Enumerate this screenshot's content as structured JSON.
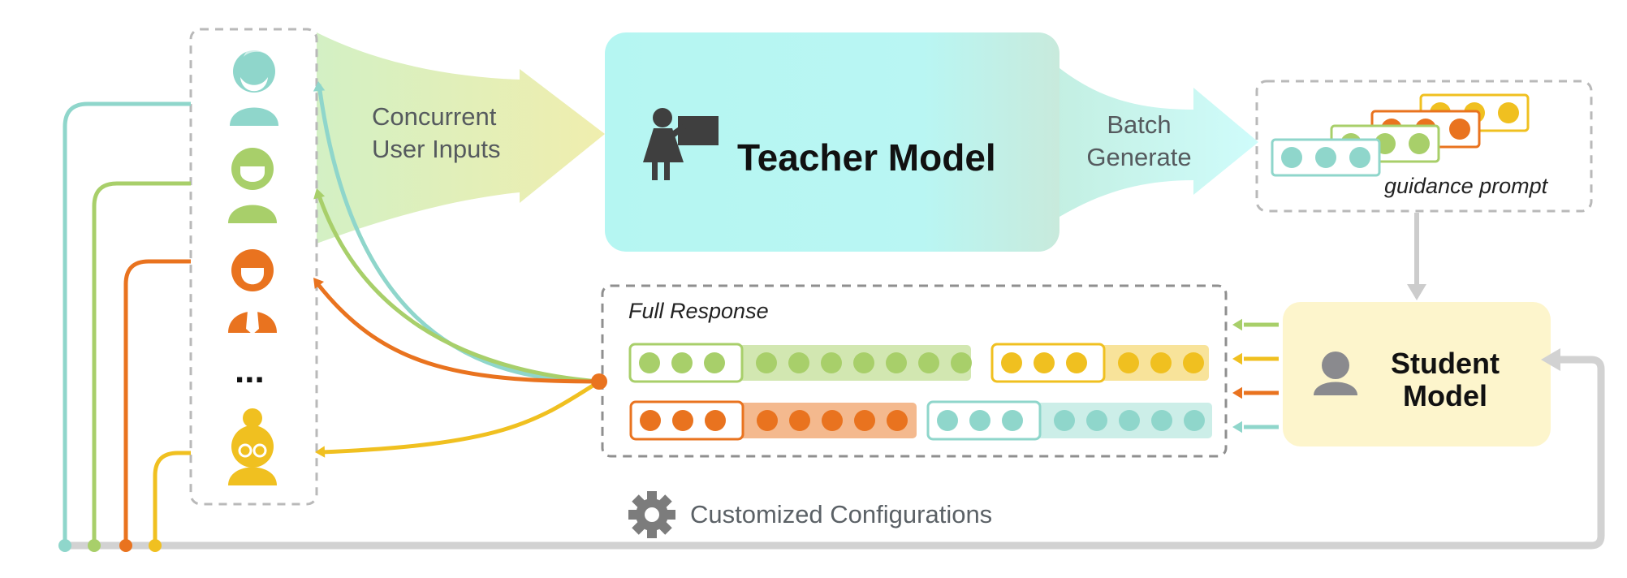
{
  "inputs_label": [
    "Concurrent",
    "User Inputs"
  ],
  "teacher": {
    "title": "Teacher Model",
    "icon": "teacher-at-board-icon"
  },
  "batch_label": [
    "Batch",
    "Generate"
  ],
  "guidance": {
    "label": "guidance prompt"
  },
  "student": {
    "title": [
      "Student",
      "Model"
    ],
    "icon": "person-icon"
  },
  "response": {
    "label": "Full Response"
  },
  "config": {
    "label": "Customized Configurations",
    "icon": "gear-icon"
  },
  "users": [
    {
      "name": "user-teal",
      "color": "#8fd6cb",
      "icon": "bearded-man-icon"
    },
    {
      "name": "user-green",
      "color": "#a8cf6a",
      "icon": "woman-icon"
    },
    {
      "name": "user-orange",
      "color": "#e9731f",
      "icon": "man-with-tie-icon"
    },
    {
      "name": "user-yellow",
      "color": "#f0c020",
      "icon": "woman-with-glasses-icon"
    }
  ],
  "ellipsis": "...",
  "colors": {
    "teal": "#8fd6cb",
    "green": "#a8cf6a",
    "orange": "#e9731f",
    "yellow": "#f0c020",
    "gray": "#cfcfcf",
    "teacher_bg_start": "#b7f7f4",
    "teacher_bg_end": "#c9eadd",
    "student_bg": "#fdf5cc"
  }
}
